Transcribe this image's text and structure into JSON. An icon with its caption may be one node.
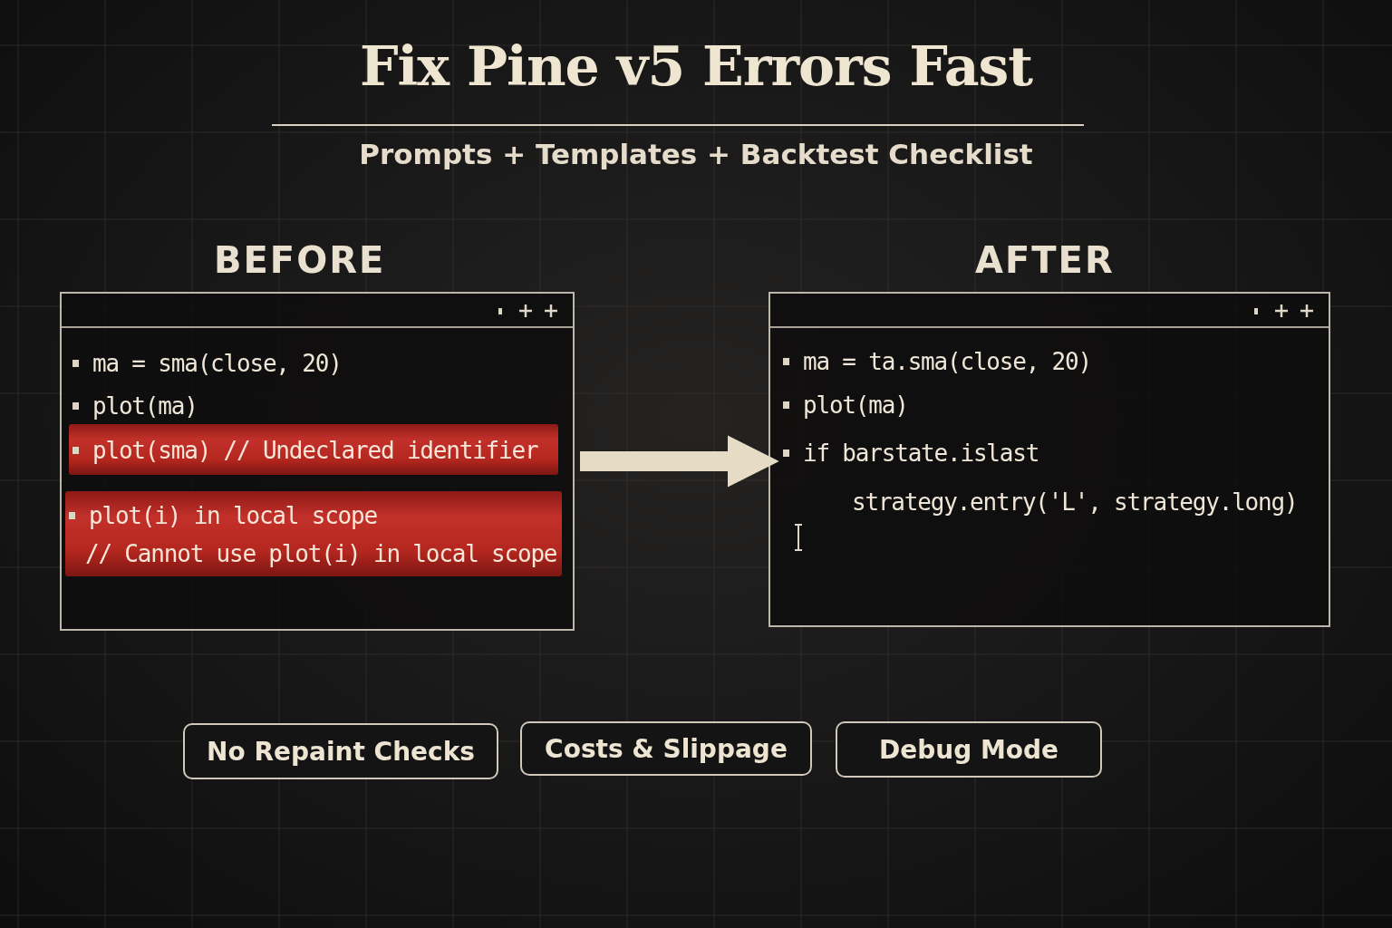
{
  "diagram": {
    "title": "Fix Pine v5 Errors Fast",
    "nodes": [
      {
        "text": [
          "BEFORE",
          "ma = sma(close, 20)",
          "plot(ma)"
        ]
      },
      {
        "text": [
          "plot(sma) // Undeclared identifier"
        ],
        "in": 0
      },
      {
        "text": [
          "plot(i) in local scope",
          "// Cannot use plot(i) in local scope"
        ],
        "in": 0
      },
      {
        "text": [
          "AFTER",
          "ma = ta.sma(close, 20)",
          "plot(ma)",
          "if barstate.islast",
          "strategy.entry('L', strategy.long)"
        ]
      },
      {
        "text": [
          "No Repaint Checks"
        ]
      },
      {
        "text": [
          "Costs & Slippage"
        ]
      },
      {
        "text": [
          "Debug Mode"
        ]
      }
    ],
    "edges": [
      {
        "from": 0,
        "to": 3,
        "arrow": "to"
      }
    ],
    "labels": [
      "Prompts + Templates + Backtest Checklist"
    ]
  }
}
